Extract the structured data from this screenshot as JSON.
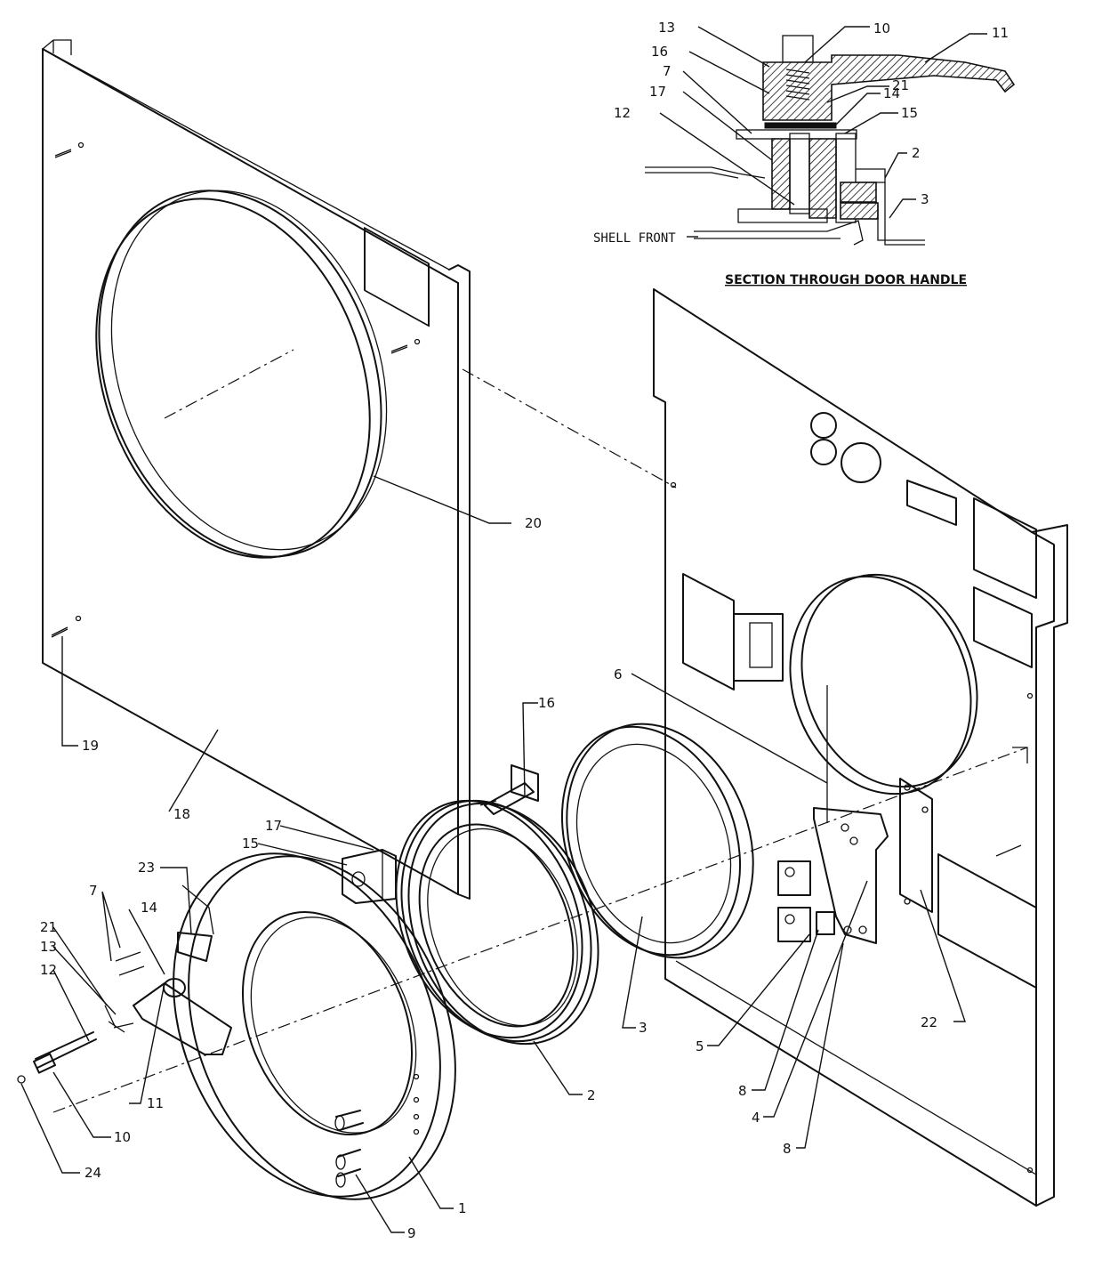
{
  "section_view": {
    "caption": "SECTION THROUGH DOOR HANDLE",
    "shell_label": "SHELL FRONT",
    "callouts": [
      "13",
      "10",
      "11",
      "16",
      "7",
      "21",
      "14",
      "17",
      "15",
      "12",
      "2",
      "3"
    ]
  },
  "exploded_view": {
    "callouts": [
      "20",
      "19",
      "18",
      "16",
      "6",
      "17",
      "15",
      "23",
      "14",
      "7",
      "21",
      "13",
      "12",
      "11",
      "10",
      "24",
      "9",
      "1",
      "2",
      "3",
      "5",
      "8",
      "4",
      "8",
      "22"
    ]
  },
  "colors": {
    "ink": "#111111",
    "paper": "#ffffff"
  }
}
